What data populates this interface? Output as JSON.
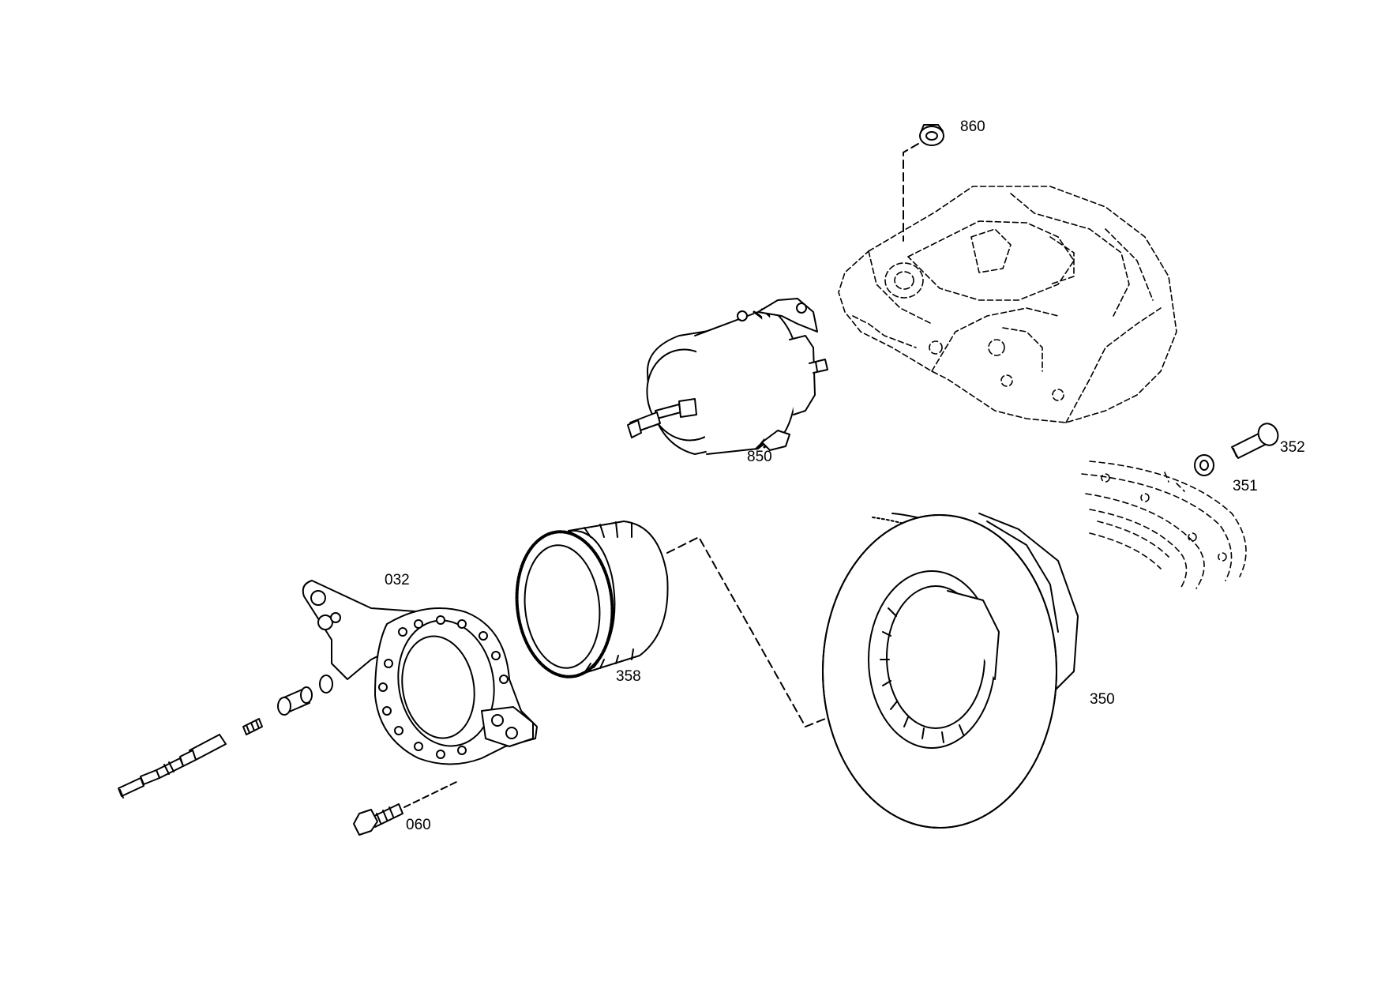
{
  "diagram": {
    "type": "exploded-parts-diagram",
    "line_color": "#000000",
    "background": "#ffffff",
    "callouts": [
      {
        "id": "860",
        "label": "860",
        "part": "nut"
      },
      {
        "id": "850",
        "label": "850",
        "part": "brake-cylinder"
      },
      {
        "id": "352",
        "label": "352",
        "part": "bolt"
      },
      {
        "id": "351",
        "label": "351",
        "part": "washer"
      },
      {
        "id": "032",
        "label": "032",
        "part": "brake-carrier"
      },
      {
        "id": "358",
        "label": "358",
        "part": "tone-ring"
      },
      {
        "id": "350",
        "label": "350",
        "part": "brake-disc"
      },
      {
        "id": "060",
        "label": "060",
        "part": "hex-bolt"
      }
    ]
  }
}
